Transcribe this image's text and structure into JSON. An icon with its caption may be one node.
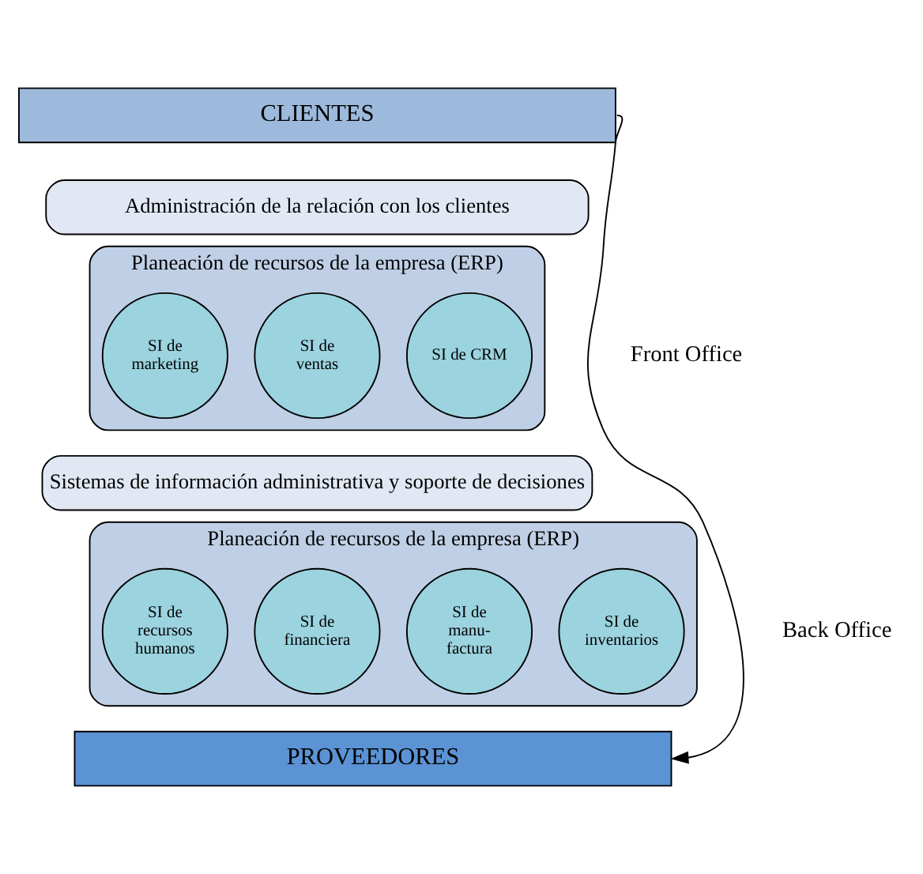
{
  "diagram": {
    "nodes": [
      {
        "text": [
          "CLIENTES"
        ]
      },
      {
        "text": [
          "Administración de la relación con los clientes"
        ]
      },
      {
        "text": [
          "Planeación de recursos de la empresa (ERP)"
        ]
      },
      {
        "text": [
          "SI de marketing"
        ],
        "in": 2
      },
      {
        "text": [
          "SI de ventas"
        ],
        "in": 2
      },
      {
        "text": [
          "SI de CRM"
        ],
        "in": 2
      },
      {
        "text": [
          "Sistemas de información administrativa y soporte de decisiones"
        ]
      },
      {
        "text": [
          "Planeación de recursos de la empresa (ERP)"
        ]
      },
      {
        "text": [
          "SI de recursos humanos"
        ],
        "in": 7
      },
      {
        "text": [
          "SI de financiera"
        ],
        "in": 7
      },
      {
        "text": [
          "SI de manu- factura"
        ],
        "in": 7
      },
      {
        "text": [
          "SI de inventarios"
        ],
        "in": 7
      },
      {
        "text": [
          "PROVEEDORES"
        ]
      }
    ],
    "edges": [
      {
        "from": 0,
        "to": 12,
        "arrow": "to"
      }
    ],
    "labels": [
      "Front Office",
      "Back Office"
    ]
  }
}
